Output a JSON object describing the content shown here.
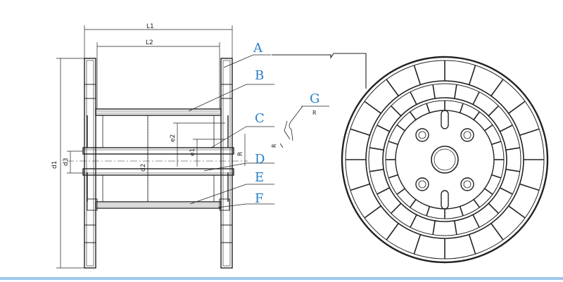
{
  "diagram": {
    "dimensions": {
      "L1": "L1",
      "L2": "L2",
      "d1": "d1",
      "d2": "d2",
      "d3": "d3",
      "e1": "e1",
      "e2": "e2",
      "R": "R"
    },
    "callouts": [
      "A",
      "B",
      "C",
      "D",
      "E",
      "F",
      "G"
    ],
    "detail_label": "R",
    "detail_small_label": "R"
  }
}
